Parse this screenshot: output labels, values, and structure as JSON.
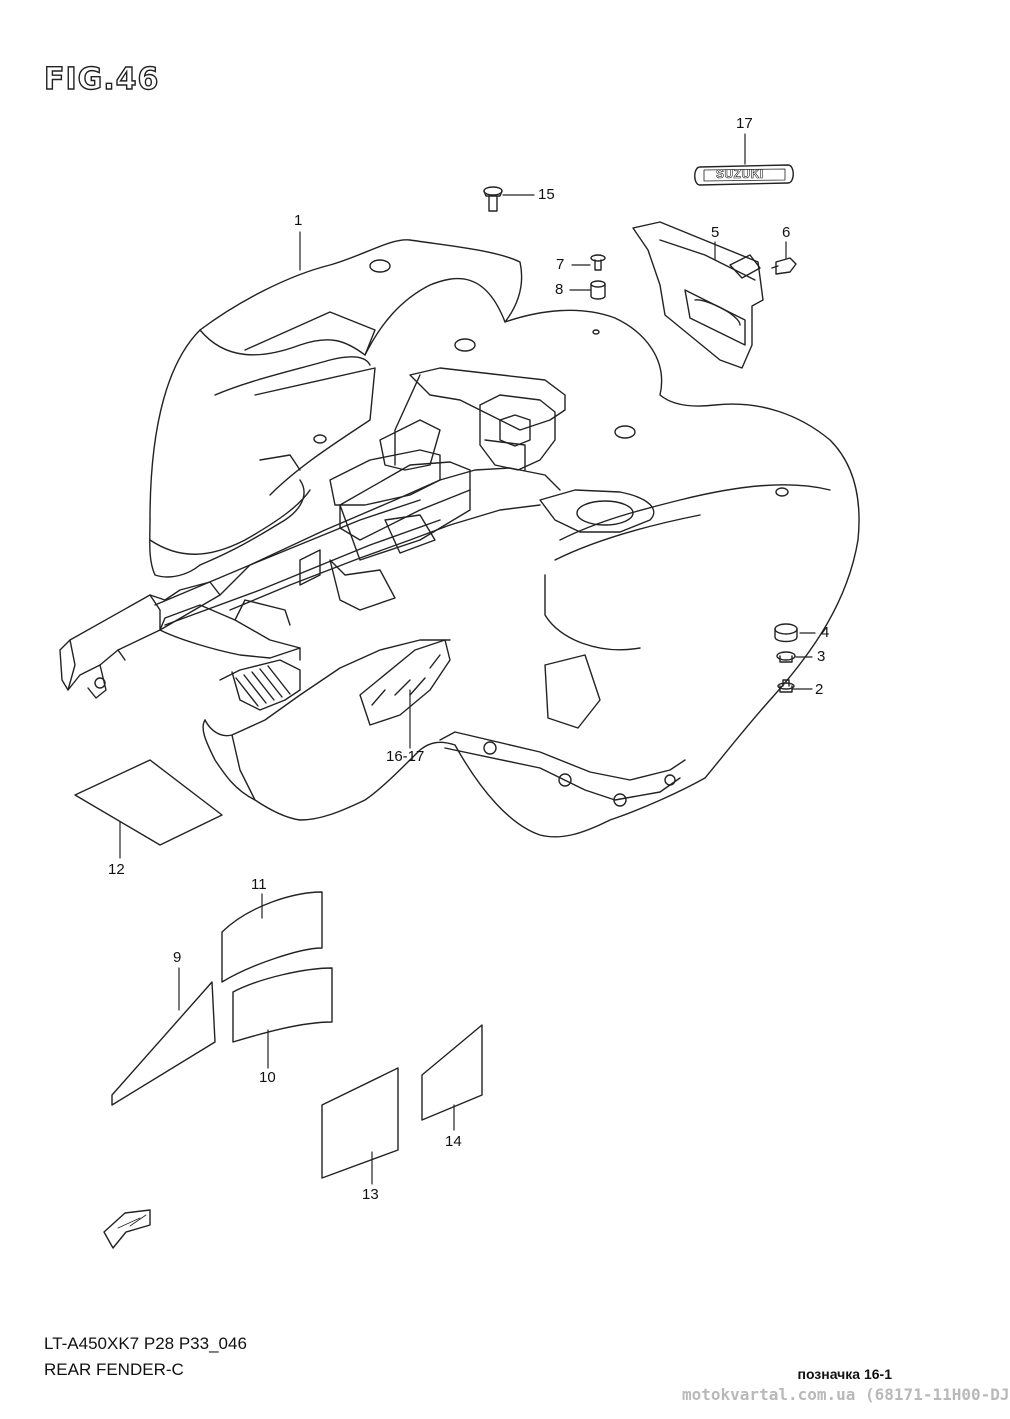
{
  "figure_title": "FIG.46",
  "parts": {
    "p1": "1",
    "p2": "2",
    "p3": "3",
    "p4": "4",
    "p5": "5",
    "p6": "6",
    "p7": "7",
    "p8": "8",
    "p9": "9",
    "p10": "10",
    "p11": "11",
    "p12": "12",
    "p13": "13",
    "p14": "14",
    "p15": "15",
    "p16_17": "16-17",
    "p17": "17"
  },
  "emblem_text": "SUZUKI",
  "footer": {
    "model_code": "LT-A450XK7 P28 P33_046",
    "section_name": "REAR FENDER-C",
    "reference": "позначка 16-1",
    "watermark": "motokvartal.com.ua (68171-11H00-DJ"
  },
  "icons": {
    "direction_arrow": "front-arrow-icon"
  }
}
